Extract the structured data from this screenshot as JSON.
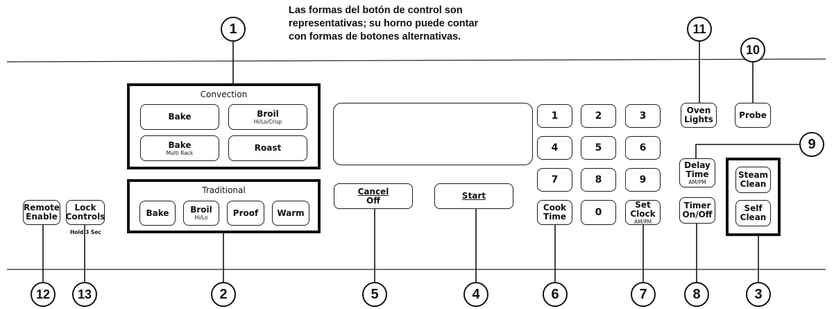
{
  "note_lines": [
    "Las formas del botón de control son",
    "representativas; su horno puede contar",
    "con formas de botones alternativas."
  ],
  "convection": {
    "title": "Convection",
    "bake": "Bake",
    "broil": "Broil",
    "broil_sub": "Hi/Lo/Crisp",
    "bake_multi": "Bake",
    "bake_multi_sub": "Multi Rack",
    "roast": "Roast"
  },
  "traditional": {
    "title": "Traditional",
    "bake": "Bake",
    "broil": "Broil",
    "broil_sub": "Hi/Lo",
    "proof": "Proof",
    "warm": "Warm"
  },
  "remote_enable": {
    "line1": "Remote",
    "line2": "Enable"
  },
  "lock_controls": {
    "line1": "Lock",
    "line2": "Controls",
    "hold": "Hold 3 Sec"
  },
  "cancel": {
    "line1": "Cancel",
    "line2": "Off"
  },
  "start": "Start",
  "keypad": [
    "1",
    "2",
    "3",
    "4",
    "5",
    "6",
    "7",
    "8",
    "9",
    "0"
  ],
  "cook_time": {
    "line1": "Cook",
    "line2": "Time"
  },
  "set_clock": {
    "line1": "Set",
    "line2": "Clock",
    "sub": "AM/PM"
  },
  "oven_lights": {
    "line1": "Oven",
    "line2": "Lights"
  },
  "probe": "Probe",
  "delay_time": {
    "line1": "Delay",
    "line2": "Time",
    "sub": "AM/PM"
  },
  "timer": {
    "line1": "Timer",
    "line2": "On/Off"
  },
  "steam_clean": {
    "line1": "Steam",
    "line2": "Clean"
  },
  "self_clean": {
    "line1": "Self",
    "line2": "Clean"
  },
  "callouts": {
    "c1": "1",
    "c2": "2",
    "c3": "3",
    "c4": "4",
    "c5": "5",
    "c6": "6",
    "c7": "7",
    "c8": "8",
    "c9": "9",
    "c10": "10",
    "c11": "11",
    "c12": "12",
    "c13": "13"
  }
}
